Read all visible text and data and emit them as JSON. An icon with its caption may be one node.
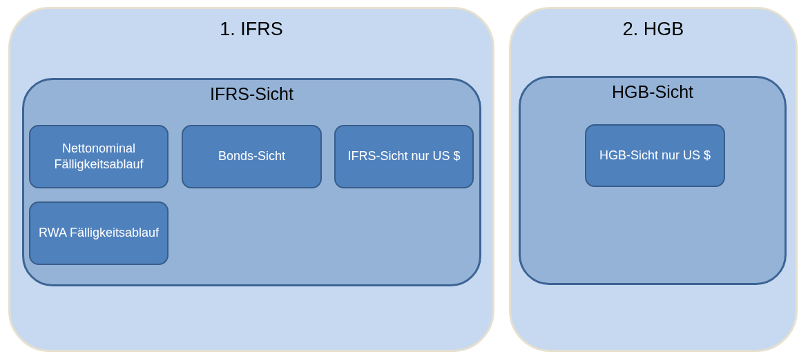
{
  "diagram": {
    "nodes": [
      {
        "text": [
          "1. IFRS"
        ]
      },
      {
        "text": [
          "IFRS-Sicht"
        ],
        "in": 0
      },
      {
        "text": [
          "Nettonominal Fälligkeitsablauf"
        ],
        "in": 1
      },
      {
        "text": [
          "Bonds-Sicht"
        ],
        "in": 1
      },
      {
        "text": [
          "IFRS-Sicht nur US $"
        ],
        "in": 1
      },
      {
        "text": [
          "RWA Fälligkeitsablauf"
        ],
        "in": 1
      },
      {
        "text": [
          "2. HGB"
        ]
      },
      {
        "text": [
          "HGB-Sicht"
        ],
        "in": 6
      },
      {
        "text": [
          "HGB-Sicht nur US $"
        ],
        "in": 7
      }
    ]
  }
}
